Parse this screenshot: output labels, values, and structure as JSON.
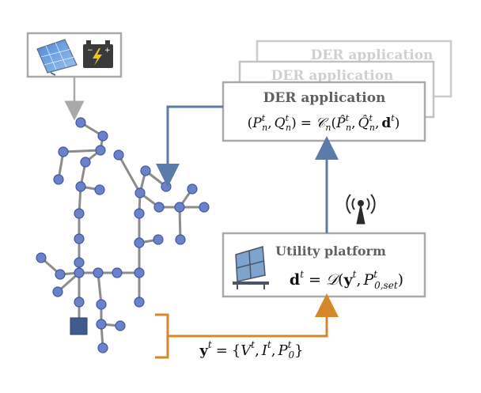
{
  "der_stack": {
    "back_title": "DER application",
    "middle_title": "DER application",
    "front_title": "DER application",
    "front_formula": {
      "lhs_open": "(",
      "p": "P",
      "n1": "n",
      "t1": "t",
      "comma": ",",
      "q": "Q",
      "n2": "n",
      "t2": "t",
      "lhs_close": ")",
      "equals": "=",
      "c": "𝒞",
      "cn": "n",
      "rhs_open": "(",
      "phat": "P̂",
      "n3": "n",
      "t3": "t",
      "comma2": ",",
      "qhat": "Q̂",
      "n4": "n",
      "t4": "t",
      "comma3": ",",
      "d": "d",
      "t5": "t",
      "rhs_close": ")"
    }
  },
  "utility_platform": {
    "title": "Utility platform",
    "formula": {
      "d": "d",
      "t": "t",
      "equals": "=",
      "D": "𝒟",
      "open": "(",
      "y": "y",
      "t2": "t",
      "comma": ",",
      "P": "P",
      "sub": "0,set",
      "t3": "t",
      "close": ")"
    }
  },
  "measurement_label": {
    "y": "y",
    "t": "t",
    "equals": "=",
    "open": "{",
    "V": "V",
    "t2": "t",
    "comma1": ",",
    "I": "I",
    "t3": "t",
    "comma2": ",",
    "P": "P",
    "sub": "0",
    "t4": "t",
    "close": "}"
  },
  "colors": {
    "box_border": "#a9a9a9",
    "faded_border": "#cccccc",
    "faded_text": "#d0d0d0",
    "title_text": "#606060",
    "node_fill": "#6b82c9",
    "node_stroke": "#3f57a3",
    "edge": "#8c8c8c",
    "blue_arrow": "#5b7ba8",
    "orange_arrow": "#d4882b",
    "substation": "#3f5b8f",
    "battery": "#3a3a3a",
    "bolt": "#f2c318"
  },
  "icons": {
    "solar": "solar-panel-icon",
    "battery": "battery-icon",
    "antenna": "antenna-icon",
    "platform": "server-panel-icon"
  }
}
